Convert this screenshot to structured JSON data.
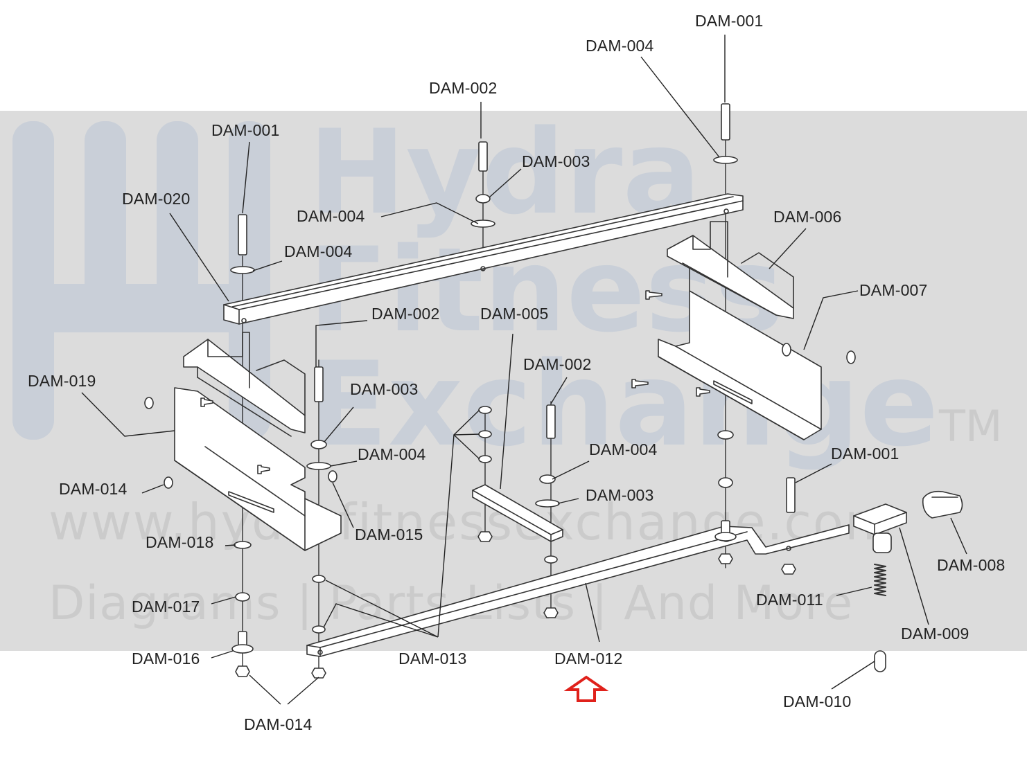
{
  "watermark": {
    "line1": "Hydra",
    "line2": "Fitness",
    "line3": "Exchange",
    "trademark": "TM",
    "url": "www.hydrafitnessexchange.com",
    "tagline": "Diagrams | Parts Lists | And More"
  },
  "colors": {
    "band": "#dcdcdc",
    "watermark_text": "#c9cfd8",
    "linework": "#333333",
    "arrow": "#e0211b"
  },
  "callouts": [
    {
      "id": "c1",
      "text": "DAM-001"
    },
    {
      "id": "c2",
      "text": "DAM-004"
    },
    {
      "id": "c3",
      "text": "DAM-002"
    },
    {
      "id": "c4",
      "text": "DAM-001"
    },
    {
      "id": "c5",
      "text": "DAM-003"
    },
    {
      "id": "c6",
      "text": "DAM-020"
    },
    {
      "id": "c7",
      "text": "DAM-004"
    },
    {
      "id": "c8",
      "text": "DAM-006"
    },
    {
      "id": "c9",
      "text": "DAM-004"
    },
    {
      "id": "c10",
      "text": "DAM-007"
    },
    {
      "id": "c11",
      "text": "DAM-002"
    },
    {
      "id": "c12",
      "text": "DAM-005"
    },
    {
      "id": "c13",
      "text": "DAM-002"
    },
    {
      "id": "c14",
      "text": "DAM-019"
    },
    {
      "id": "c15",
      "text": "DAM-003"
    },
    {
      "id": "c16",
      "text": "DAM-004"
    },
    {
      "id": "c17",
      "text": "DAM-004"
    },
    {
      "id": "c18",
      "text": "DAM-001"
    },
    {
      "id": "c19",
      "text": "DAM-014"
    },
    {
      "id": "c20",
      "text": "DAM-003"
    },
    {
      "id": "c21",
      "text": "DAM-015"
    },
    {
      "id": "c22",
      "text": "DAM-018"
    },
    {
      "id": "c23",
      "text": "DAM-008"
    },
    {
      "id": "c24",
      "text": "DAM-017"
    },
    {
      "id": "c25",
      "text": "DAM-011"
    },
    {
      "id": "c26",
      "text": "DAM-009"
    },
    {
      "id": "c27",
      "text": "DAM-016"
    },
    {
      "id": "c28",
      "text": "DAM-013"
    },
    {
      "id": "c29",
      "text": "DAM-012"
    },
    {
      "id": "c30",
      "text": "DAM-010"
    },
    {
      "id": "c31",
      "text": "DAM-014"
    }
  ]
}
